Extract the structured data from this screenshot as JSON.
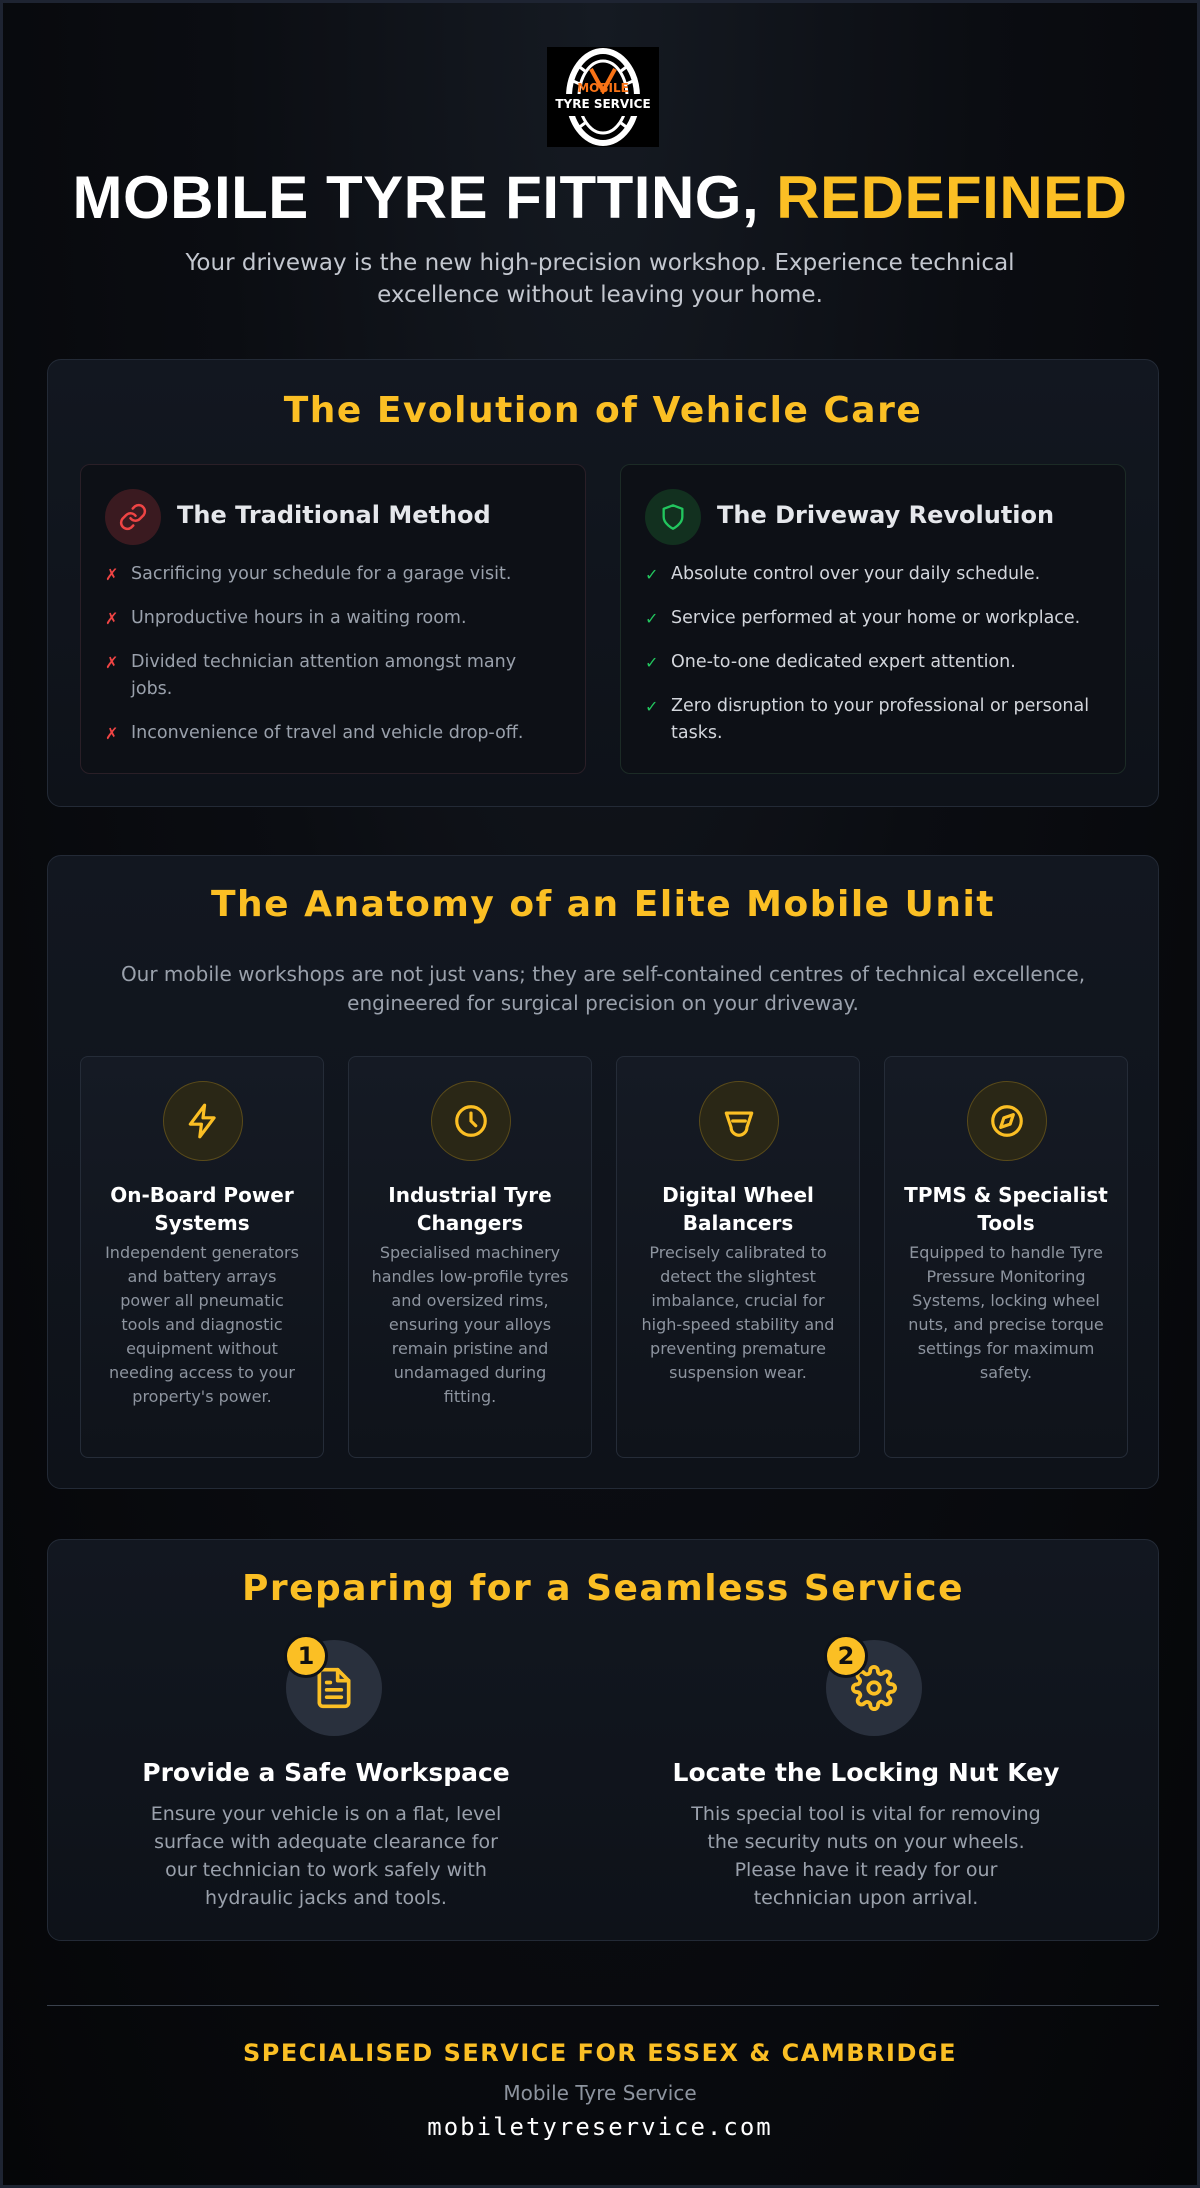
{
  "logo": {
    "line1": "MOBILE",
    "line2": "TYRE SERVICE",
    "icon": "tyre-logo-icon"
  },
  "hero": {
    "title_main": "MOBILE TYRE FITTING, ",
    "title_accent": "REDEFINED",
    "subtitle": "Your driveway is the new high-precision workshop. Experience technical excellence without leaving your home."
  },
  "evolution": {
    "title": "The Evolution of Vehicle Care",
    "traditional": {
      "title": "The Traditional Method",
      "icon": "link-icon",
      "items": [
        "Sacrificing your schedule for a garage visit.",
        "Unproductive hours in a waiting room.",
        "Divided technician attention amongst many jobs.",
        "Inconvenience of travel and vehicle drop-off."
      ]
    },
    "revolution": {
      "title": "The Driveway Revolution",
      "icon": "shield-icon",
      "items": [
        "Absolute control over your daily schedule.",
        "Service performed at your home or workplace.",
        "One-to-one dedicated expert attention.",
        "Zero disruption to your professional or personal tasks."
      ]
    }
  },
  "anatomy": {
    "title": "The Anatomy of an Elite Mobile Unit",
    "description": "Our mobile workshops are not just vans; they are self-contained centres of technical excellence, engineered for surgical precision on your driveway.",
    "features": [
      {
        "title": "On-Board Power Systems",
        "icon": "lightning-icon",
        "description": "Independent generators and battery arrays power all pneumatic tools and diagnostic equipment without needing access to your property's power."
      },
      {
        "title": "Industrial Tyre Changers",
        "icon": "clock-icon",
        "description": "Specialised machinery handles low-profile tyres and oversized rims, ensuring your alloys remain pristine and undamaged during fitting."
      },
      {
        "title": "Digital Wheel Balancers",
        "icon": "balance-icon",
        "description": "Precisely calibrated to detect the slightest imbalance, crucial for high-speed stability and preventing premature suspension wear."
      },
      {
        "title": "TPMS & Specialist Tools",
        "icon": "compass-icon",
        "description": "Equipped to handle Tyre Pressure Monitoring Systems, locking wheel nuts, and precise torque settings for maximum safety."
      }
    ]
  },
  "prepare": {
    "title": "Preparing for a Seamless Service",
    "steps": [
      {
        "number": "1",
        "icon": "document-icon",
        "title": "Provide a Safe Workspace",
        "description": "Ensure your vehicle is on a flat, level surface with adequate clearance for our technician to work safely with hydraulic jacks and tools."
      },
      {
        "number": "2",
        "icon": "gear-icon",
        "title": "Locate the Locking Nut Key",
        "description": "This special tool is vital for removing the security nuts on your wheels. Please have it ready for our technician upon arrival."
      }
    ]
  },
  "footer": {
    "tagline": "SPECIALISED SERVICE FOR ESSEX & CAMBRIDGE",
    "brand": "Mobile Tyre Service",
    "url": "mobiletyreservice.com"
  },
  "colors": {
    "accent": "#fbbf24",
    "negative": "#ef4444",
    "positive": "#22c55e",
    "background": "#0b0d12"
  }
}
